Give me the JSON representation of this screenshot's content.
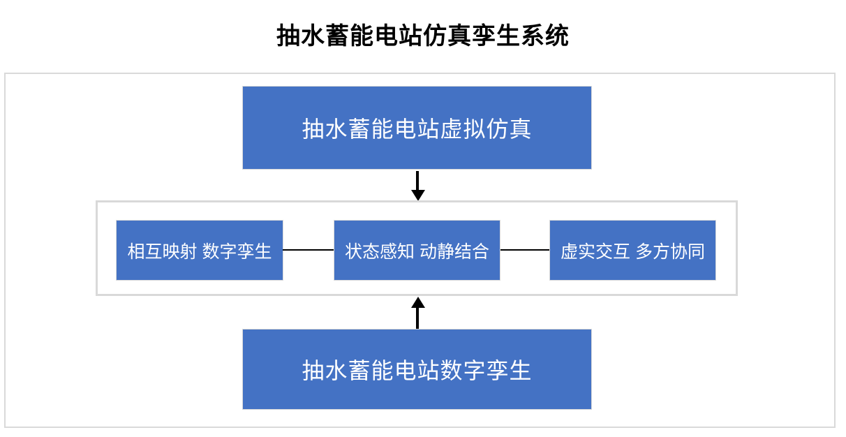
{
  "page": {
    "title": "抽水蓄能电站仿真孪生系统"
  },
  "diagram": {
    "top_box": {
      "label": "抽水蓄能电站虚拟仿真"
    },
    "feature_boxes": [
      {
        "label": "相互映射 数字孪生"
      },
      {
        "label": "状态感知 动静结合"
      },
      {
        "label": "虚实交互 多方协同"
      }
    ],
    "bottom_box": {
      "label": "抽水蓄能电站数字孪生"
    },
    "arrows": [
      {
        "name": "down-arrow",
        "from": "top_box",
        "to": "feature_group",
        "direction": "down"
      },
      {
        "name": "up-arrow",
        "from": "bottom_box",
        "to": "feature_group",
        "direction": "up"
      }
    ],
    "colors": {
      "box_fill": "#4472C4",
      "box_text": "#FFFFFF",
      "frame_border": "#D9D9D9",
      "connector": "#000000",
      "title_text": "#000000"
    }
  }
}
